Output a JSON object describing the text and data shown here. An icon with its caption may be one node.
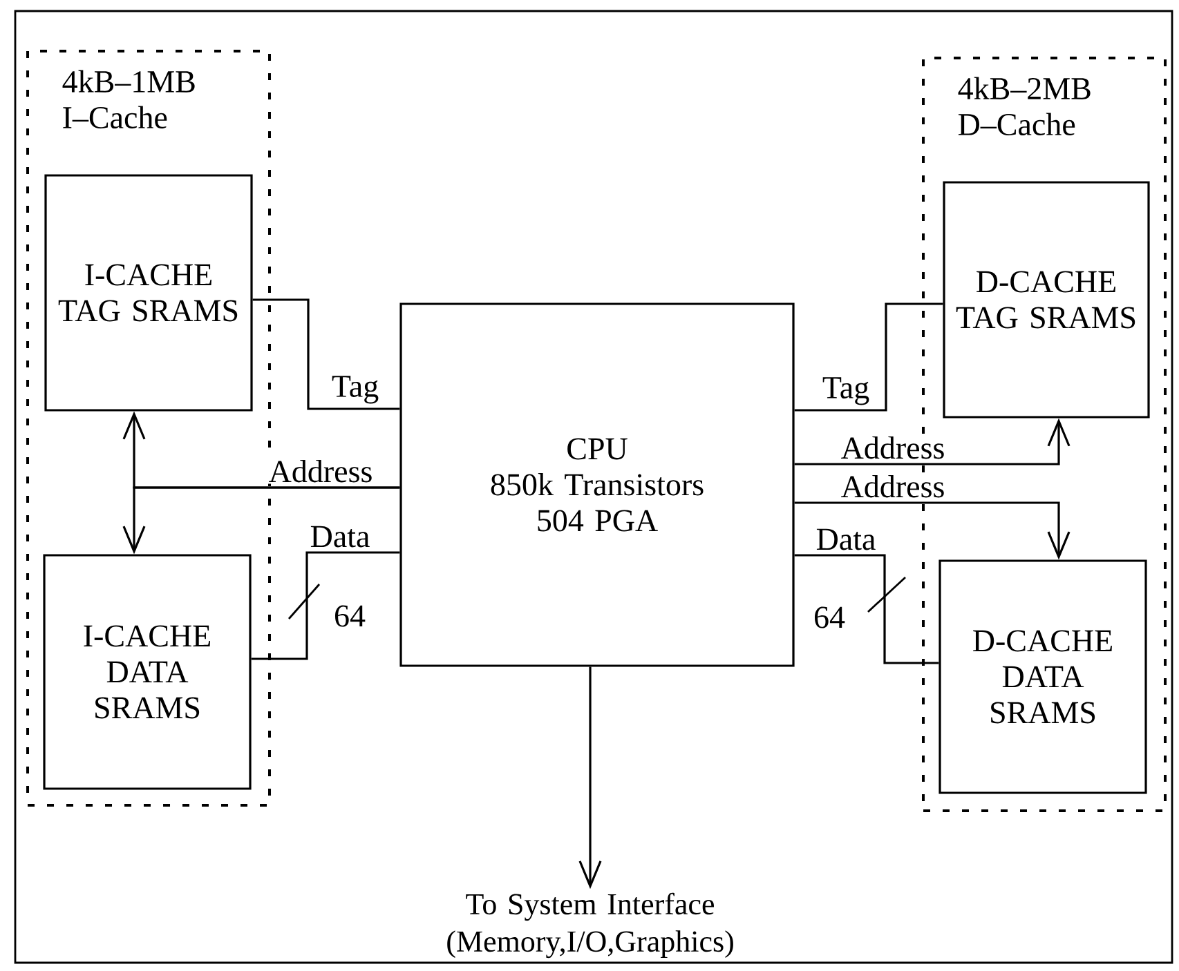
{
  "diagram": {
    "nodes": [
      {
        "text": [
          "4kB–1MB I–Cache"
        ]
      },
      {
        "text": [
          "I-CACHE TAG SRAMS"
        ],
        "in": 0
      },
      {
        "text": [
          "I-CACHE DATA SRAMS"
        ],
        "in": 0
      },
      {
        "text": [
          "CPU",
          "850k Transistors 504 PGA"
        ]
      },
      {
        "text": [
          "4kB–2MB D–Cache"
        ]
      },
      {
        "text": [
          "D-CACHE TAG SRAMS"
        ],
        "in": 4
      },
      {
        "text": [
          "D-CACHE DATA SRAMS"
        ],
        "in": 4
      },
      {
        "text": [
          "To System Interface (Memory,I/O,Graphics)"
        ]
      }
    ],
    "edges": [
      {
        "from": 3,
        "to": 1,
        "arrow": "none",
        "label": "Tag"
      },
      {
        "from": 3,
        "to": 1,
        "arrow": "to",
        "label": "Address"
      },
      {
        "from": 3,
        "to": 2,
        "arrow": "to"
      },
      {
        "from": 3,
        "to": 2,
        "arrow": "none",
        "label": "Data"
      },
      {
        "from": 3,
        "to": 5,
        "arrow": "none",
        "label": "Tag"
      },
      {
        "from": 3,
        "to": 5,
        "arrow": "to",
        "label": "Address"
      },
      {
        "from": 3,
        "to": 6,
        "arrow": "to",
        "label": "Address"
      },
      {
        "from": 3,
        "to": 6,
        "arrow": "none",
        "label": "Data"
      },
      {
        "from": 3,
        "to": 7,
        "arrow": "to"
      }
    ],
    "labels": [
      "64",
      "64"
    ]
  }
}
